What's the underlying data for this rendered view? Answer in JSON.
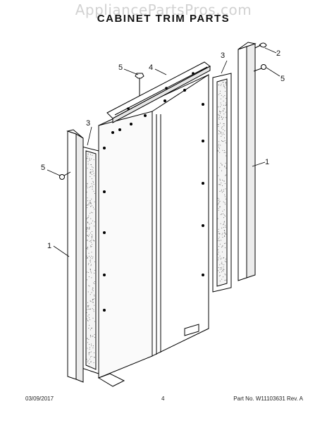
{
  "watermark": "AppliancePartsPros.com",
  "title": "CABINET TRIM PARTS",
  "callouts": {
    "label_2": "2",
    "label_5_top": "5",
    "label_4": "4",
    "label_3_right": "3",
    "label_5_right": "5",
    "label_1_right": "1",
    "label_3_left": "3",
    "label_5_left": "5",
    "label_1_left": "1"
  },
  "footer": {
    "date": "03/09/2017",
    "page": "4",
    "part": "Part No. W11103631 Rev. A"
  }
}
